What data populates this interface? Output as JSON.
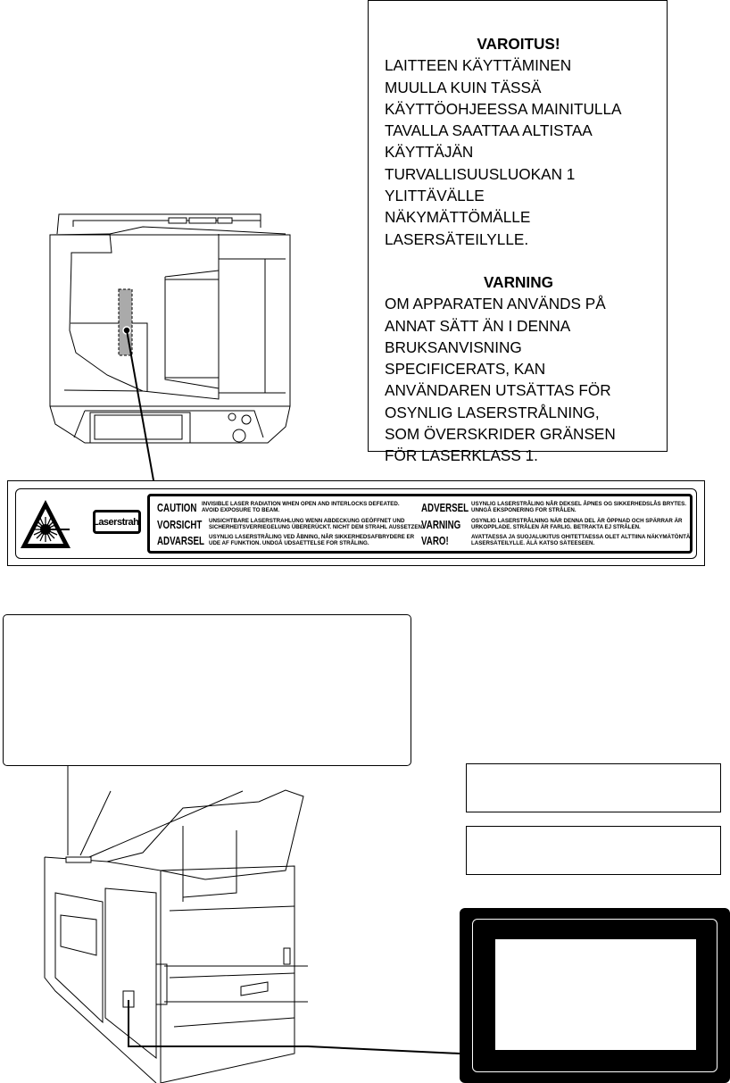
{
  "warning_fi": {
    "title": "VAROITUS!",
    "lines": [
      "LAITTEEN KÄYTTÄMINEN",
      "MUULLA KUIN TÄSSÄ",
      "KÄYTTÖOHJEESSA MAINITULLA",
      "TAVALLA SAATTAA ALTISTAA",
      "KÄYTTÄJÄN",
      "TURVALLISUUSLUOKAN 1",
      "YLITTÄVÄLLE",
      "NÄKYMÄTTÖMÄLLE",
      "LASERSÄTEILYLLE."
    ]
  },
  "warning_sv": {
    "title": "VARNING",
    "lines": [
      "OM APPARATEN ANVÄNDS PÅ",
      "ANNAT SÄTT ÄN I DENNA",
      "BRUKSANVISNING",
      "SPECIFICERATS, KAN",
      "ANVÄNDAREN UTSÄTTAS FÖR",
      "OSYNLIG LASERSTRÅLNING,",
      "SOM ÖVERSKRIDER GRÄNSEN",
      "FÖR LASERKLASS 1."
    ]
  },
  "laser_label": {
    "badge": "Laserstrahl",
    "entries": [
      {
        "keyword": "CAUTION",
        "text1": "INVISIBLE LASER RADIATION WHEN OPEN AND INTERLOCKS DEFEATED.",
        "text2": "AVOID EXPOSURE TO BEAM."
      },
      {
        "keyword": "VORSICHT",
        "text1": "UNSICHTBARE LASERSTRAHLUNG WENN ABDECKUNG GEÖFFNET UND",
        "text2": "SICHERHEITSVERRIEGELUNG ÜBERERÜCKT. NICHT DEM STRAHL AUSSETZEN."
      },
      {
        "keyword": "ADVARSEL",
        "text1": "USYNLIG LASERSTRÅLING VED ÅBNING, NÅR SIKKERHEDSAFBRYDERE ER",
        "text2": "UDE AF FUNKTION. UNDGÅ UDSAETTELSE FOR STRÅLING."
      },
      {
        "keyword": "ADVERSEL",
        "text1": "USYNLIG LASERSTRÅLING NÅR DEKSEL ÅPNES OG SIKKERHEDSLÅS BRYTES.",
        "text2": "UNNGÅ EKSPONERING FOR STRÅLEN."
      },
      {
        "keyword": "VARNING",
        "text1": "OSYNLIG LASERSTRÅLNING NÄR DENNA DEL ÄR ÖPPNAD OCH SPÄRRAR ÄR",
        "text2": "URKOPPLADE. STRÅLEN ÄR FARLIG. BETRAKTA EJ STRÅLEN."
      },
      {
        "keyword": "VARO!",
        "text1": "AVATTAESSA JA SUOJALUKITUS OHITETTAESSA OLET ALTTIINA NÄKYMÄTÖNTÄ",
        "text2": "LASERSÄTEILYLLE. ÄLÄ KATSO SÄTEESEEN."
      }
    ]
  }
}
